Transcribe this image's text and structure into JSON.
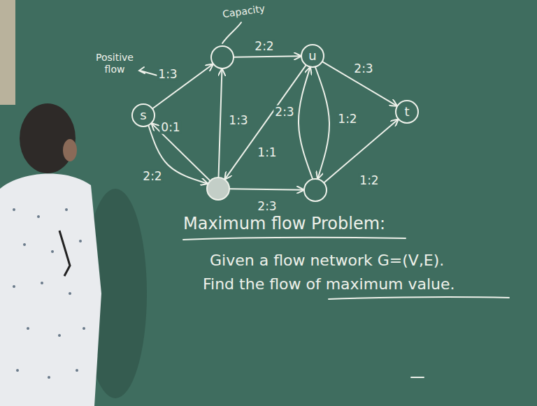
{
  "diagram": {
    "nodes": [
      {
        "text": [
          "s"
        ]
      },
      {
        "text": []
      },
      {
        "text": [
          "u"
        ]
      },
      {
        "text": [
          "t"
        ]
      },
      {
        "text": []
      },
      {
        "text": []
      }
    ],
    "edges": [
      {
        "from": 0,
        "to": 1,
        "arrow": "to",
        "label": "1:3"
      },
      {
        "from": 1,
        "to": 2,
        "arrow": "to",
        "label": "2:2"
      },
      {
        "from": 2,
        "to": 3,
        "arrow": "to",
        "label": "2:3"
      },
      {
        "from": 4,
        "to": 0,
        "arrow": "to",
        "label": "0:1"
      },
      {
        "from": 0,
        "to": 4,
        "arrow": "to",
        "label": "2:2"
      },
      {
        "from": 4,
        "to": 1,
        "arrow": "to",
        "label": "1:3"
      },
      {
        "from": 2,
        "to": 4,
        "arrow": "to",
        "label": "1:1"
      },
      {
        "from": 5,
        "to": 2,
        "arrow": "to",
        "label": "2:3"
      },
      {
        "from": 2,
        "to": 5,
        "arrow": "to",
        "label": "1:2"
      },
      {
        "from": 4,
        "to": 5,
        "arrow": "to",
        "label": "2:3"
      },
      {
        "from": 5,
        "to": 3,
        "arrow": "to",
        "label": "1:2"
      }
    ],
    "labels": [
      "Capacity",
      "Positive flow",
      "Maximum flow Problem:",
      "Given a flow network G=(V,E).",
      "Find the flow of maximum value."
    ]
  }
}
